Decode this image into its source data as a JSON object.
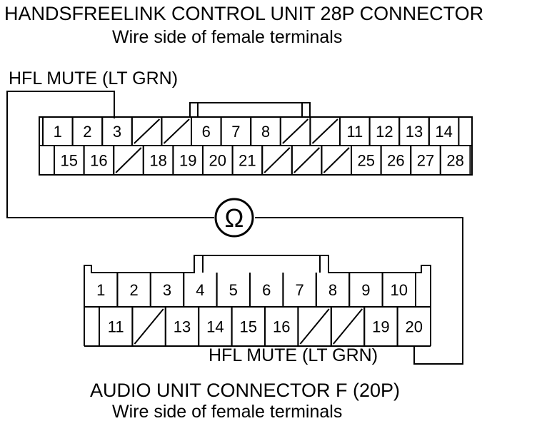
{
  "top_connector": {
    "title": "HANDSFREELINK CONTROL UNIT 28P CONNECTOR",
    "subtitle": "Wire side of female terminals",
    "wire_label": "HFL MUTE (LT GRN)",
    "row1": [
      "1",
      "2",
      "3",
      "/",
      "/",
      "6",
      "7",
      "8",
      "/",
      "/",
      "11",
      "12",
      "13",
      "14"
    ],
    "row2": [
      "15",
      "16",
      "/",
      "18",
      "19",
      "20",
      "21",
      "/",
      "/",
      "/",
      "25",
      "26",
      "27",
      "28"
    ]
  },
  "meter_symbol": "Ω",
  "bottom_connector": {
    "title": "AUDIO UNIT CONNECTOR F (20P)",
    "subtitle": "Wire side of female terminals",
    "wire_label": "HFL MUTE (LT GRN)",
    "row1": [
      "1",
      "2",
      "3",
      "4",
      "5",
      "6",
      "7",
      "8",
      "9",
      "10"
    ],
    "row2": [
      "11",
      "/",
      "13",
      "14",
      "15",
      "16",
      "/",
      "/",
      "19",
      "20"
    ]
  }
}
